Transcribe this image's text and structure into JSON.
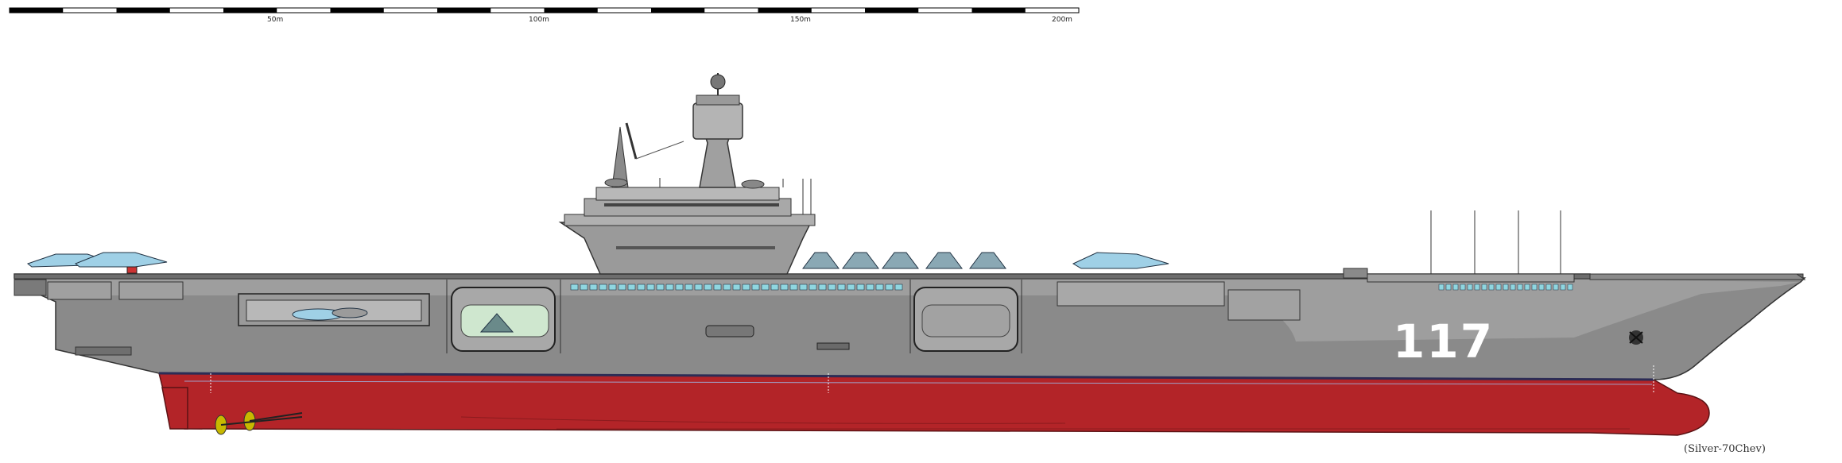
{
  "scale_bar": {
    "labels": [
      "50m",
      "100m",
      "150m",
      "200m"
    ],
    "segments": 20
  },
  "ship": {
    "hull_number": "117",
    "colors": {
      "hull_gray": "#8a8a8a",
      "deck_gray": "#9c9c9c",
      "light_gray": "#b4b4b4",
      "red_hull": "#b32428",
      "waterline": "#4b4b7a",
      "window_blue": "#8fd6e0",
      "jet_blue": "#9fd0e6"
    }
  },
  "credit": "(Silver-70Chev)"
}
